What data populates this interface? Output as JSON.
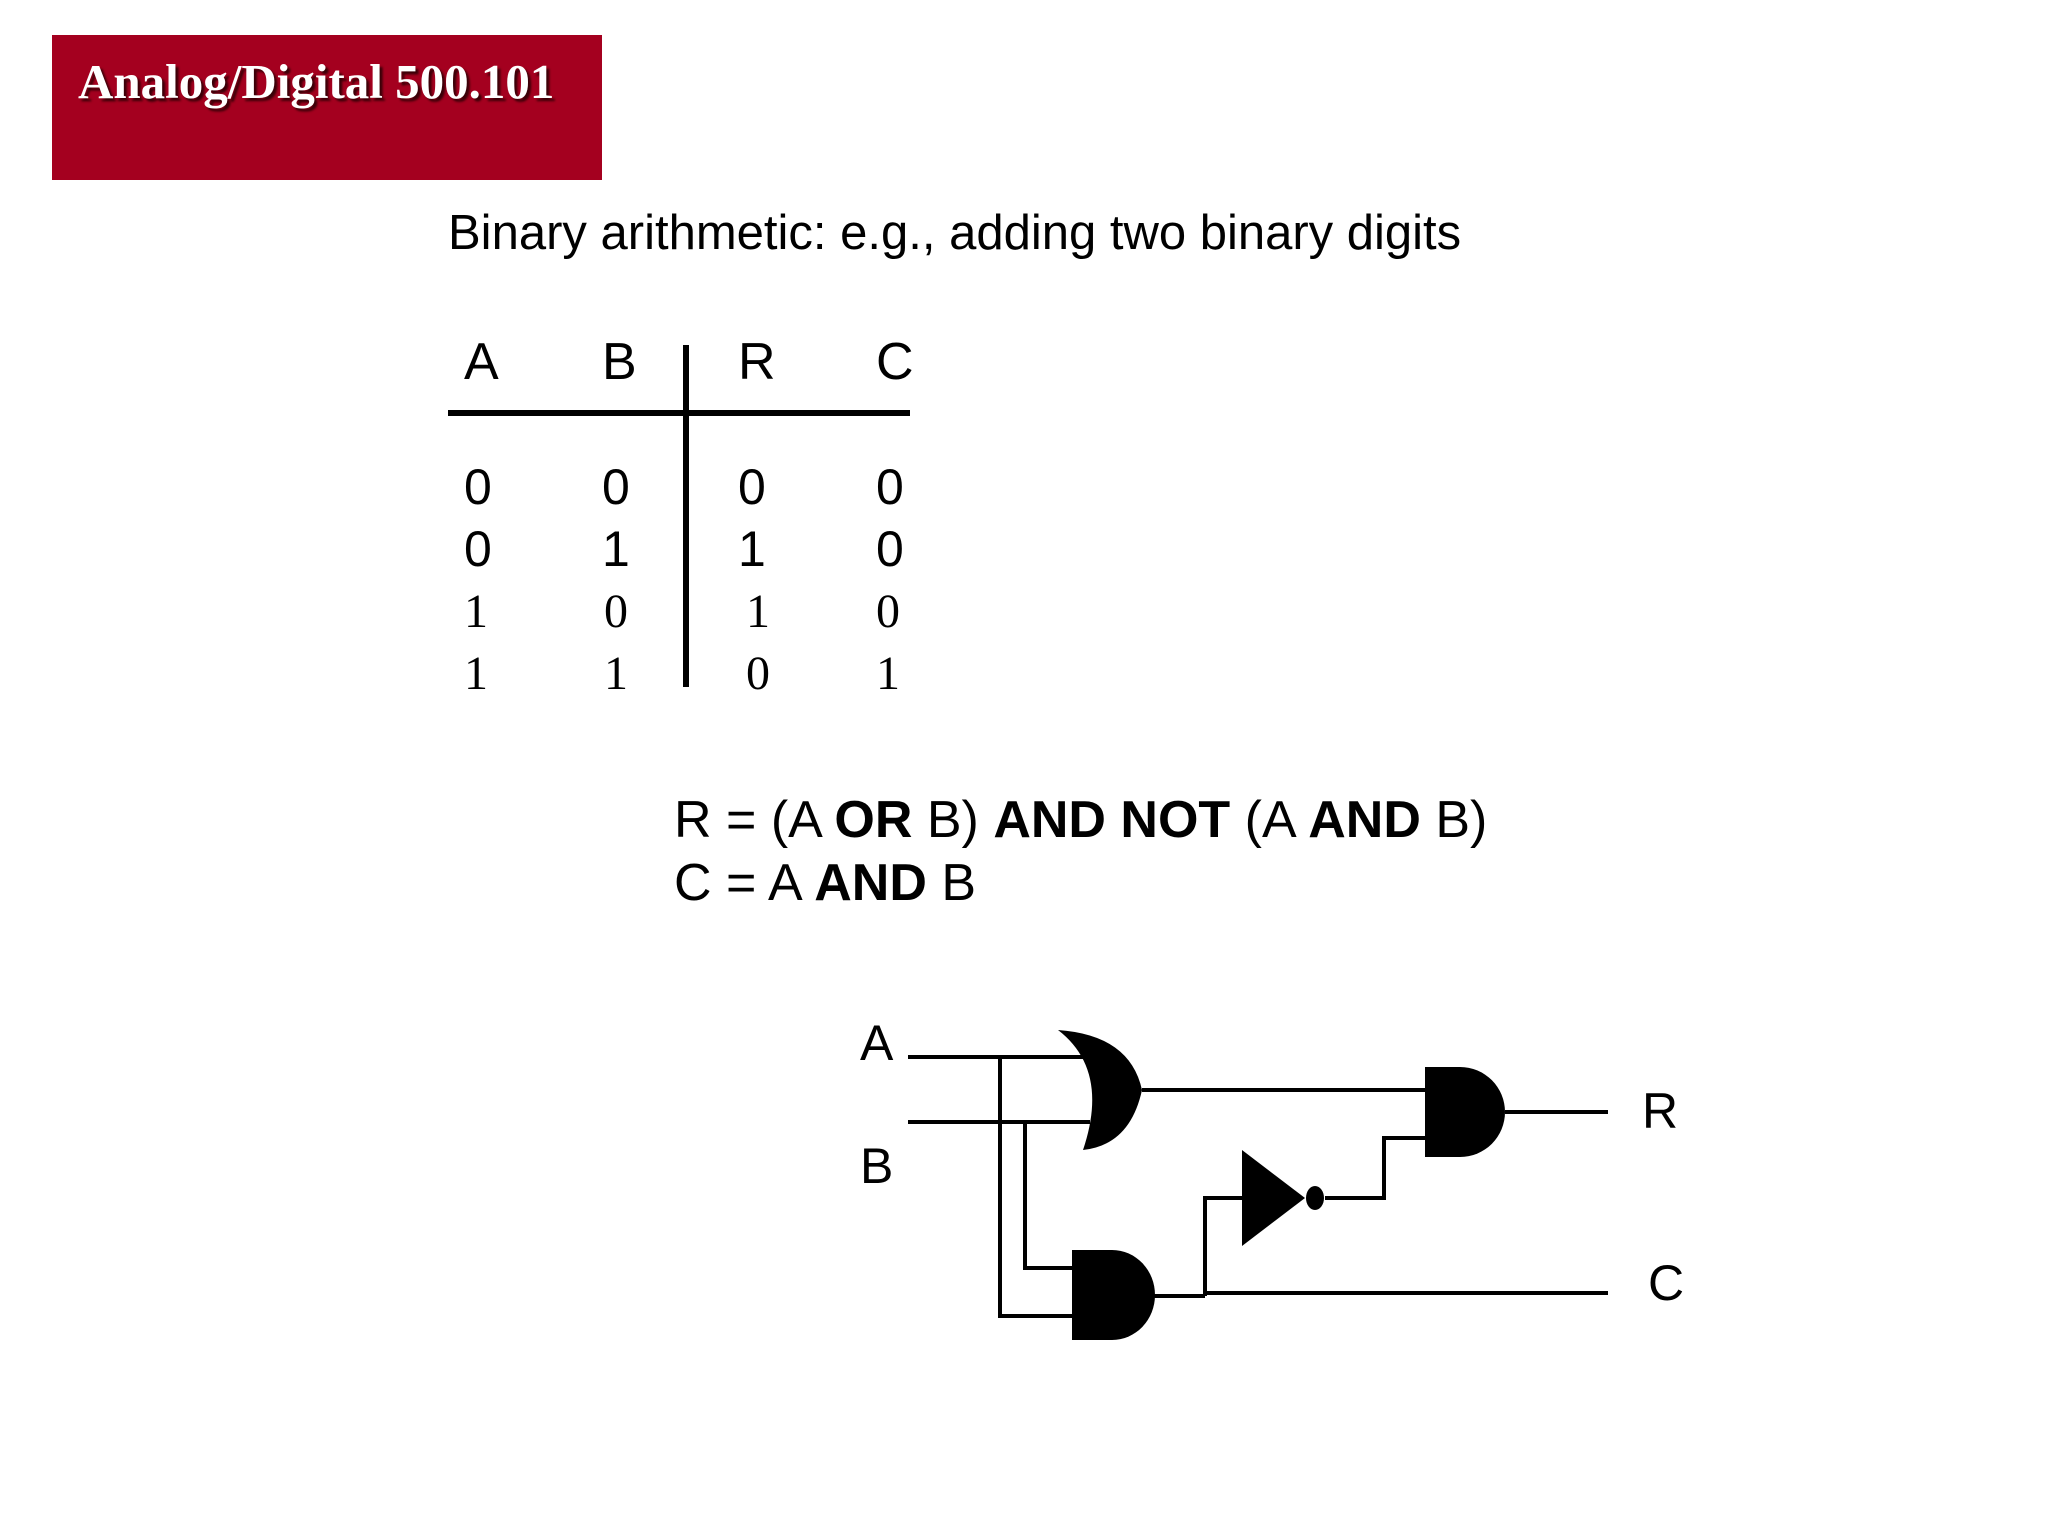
{
  "title": "Analog/Digital 500.101",
  "subtitle": "Binary arithmetic:  e.g., adding two binary digits",
  "table": {
    "headers": [
      "A",
      "B",
      "R",
      "C"
    ],
    "rows": [
      [
        "0",
        "0",
        "0",
        "0"
      ],
      [
        "0",
        "1",
        "1",
        "0"
      ],
      [
        "1",
        "0",
        "1",
        "0"
      ],
      [
        "1",
        "1",
        "0",
        "1"
      ]
    ]
  },
  "equations": {
    "r": {
      "p1": "R = (A ",
      "k1": "OR",
      "p2": " B) ",
      "k2": "AND NOT",
      "p3": " (A ",
      "k3": "AND",
      "p4": " B)"
    },
    "c": {
      "p1": "C = A ",
      "k1": "AND",
      "p2": " B"
    }
  },
  "circuit": {
    "input_a": "A",
    "input_b": "B",
    "output_r": "R",
    "output_c": "C"
  }
}
